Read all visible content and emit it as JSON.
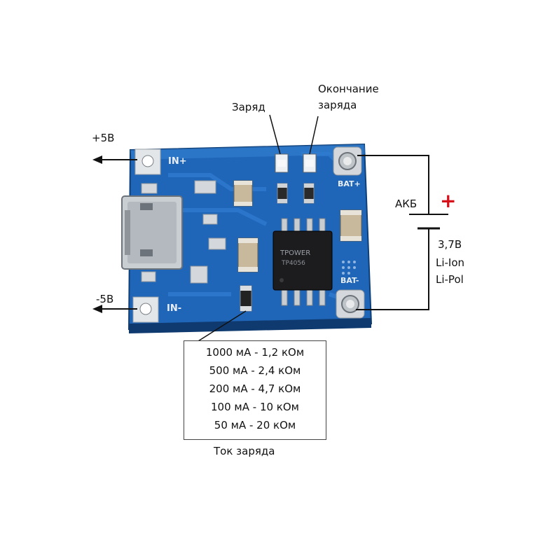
{
  "labels": {
    "plus5v": "+5В",
    "minus5v": "-5В",
    "charge": "Заряд",
    "end_charge_line1": "Окончание",
    "end_charge_line2": "заряда",
    "battery": "АКБ",
    "plus_sign": "+",
    "voltage": "3,7В",
    "liion": "Li-Ion",
    "lipol": "Li-Pol",
    "charge_current": "Ток заряда"
  },
  "board": {
    "in_plus": "IN+",
    "in_minus": "IN-",
    "bat_plus": "BAT+",
    "bat_minus": "BAT-",
    "chip_line1": "TPOWER",
    "chip_line2": "TP4056"
  },
  "resistor_table": [
    "1000 мА - 1,2 кОм",
    "500 мА - 2,4 кОм",
    "200 мА - 4,7 кОм",
    "100 мА - 10 кОм",
    "50 мА - 20 кОм"
  ],
  "colors": {
    "pcb": "#1f66b8",
    "pcb_dark": "#144f94",
    "pad": "#d9dde0",
    "plus_red": "#d8101a"
  }
}
